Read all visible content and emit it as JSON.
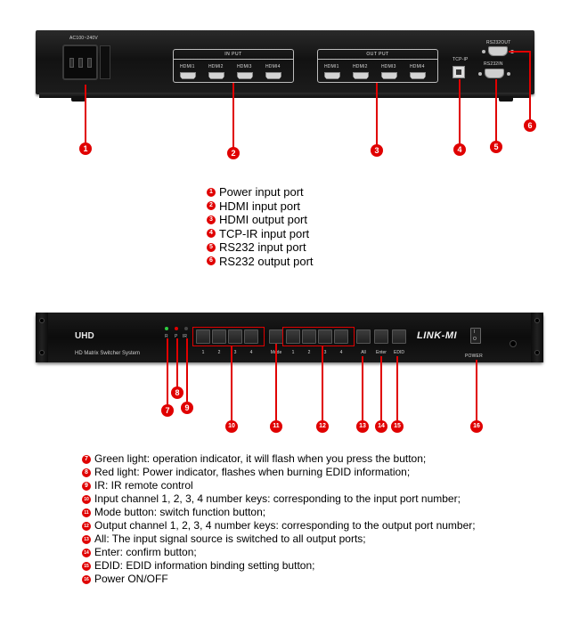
{
  "rear": {
    "ac_label": "AC100~240V",
    "input_title": "IN PUT",
    "output_title": "OUT PUT",
    "input_ports": [
      "HDMI1",
      "HDMI2",
      "HDMI3",
      "HDMI4"
    ],
    "output_ports": [
      "HDMI1",
      "HDMI2",
      "HDMI3",
      "HDMI4"
    ],
    "tcp_label": "TCP-IP",
    "rs232out_label": "RS232OUT",
    "rs232in_label": "RS232IN"
  },
  "rear_callouts": [
    "1",
    "2",
    "3",
    "4",
    "5",
    "6"
  ],
  "legend_top": [
    {
      "num": "1",
      "text": "Power input port"
    },
    {
      "num": "2",
      "text": "HDMI input port"
    },
    {
      "num": "3",
      "text": "HDMI output port"
    },
    {
      "num": "4",
      "text": "TCP-IR input port"
    },
    {
      "num": "5",
      "text": "RS232 input port"
    },
    {
      "num": "6",
      "text": "RS232 output port"
    }
  ],
  "front": {
    "model": "UHD",
    "subtitle": "HD Matrix Switcher System",
    "led_labels": [
      "R",
      "P",
      "IR"
    ],
    "input_keys": [
      "1",
      "2",
      "3",
      "4"
    ],
    "mode_label": "Mode",
    "output_keys": [
      "1",
      "2",
      "3",
      "4"
    ],
    "all_label": "All",
    "enter_label": "Enter",
    "edid_label": "EDID",
    "brand": "LINK-MI",
    "power_label": "POWER",
    "rocker_on": "I",
    "rocker_off": "O"
  },
  "front_callouts": [
    "7",
    "8",
    "9",
    "10",
    "11",
    "12",
    "13",
    "14",
    "15",
    "16"
  ],
  "legend_bottom": [
    {
      "num": "7",
      "text": "Green light: operation indicator, it will flash when you press the button;"
    },
    {
      "num": "8",
      "text": "Red light: Power indicator, flashes when burning EDID information;"
    },
    {
      "num": "9",
      "text": "IR: IR remote control"
    },
    {
      "num": "10",
      "text": "Input channel 1, 2, 3, 4 number keys: corresponding to the input port number;"
    },
    {
      "num": "11",
      "text": "Mode button: switch function button;"
    },
    {
      "num": "12",
      "text": "Output channel 1, 2, 3, 4 number keys: corresponding to the output port number;"
    },
    {
      "num": "13",
      "text": "All: The input signal source is switched to all output ports;"
    },
    {
      "num": "14",
      "text": "Enter: confirm button;"
    },
    {
      "num": "15",
      "text": "EDID: EDID information binding setting button;"
    },
    {
      "num": "16",
      "text": "Power ON/OFF"
    }
  ],
  "colors": {
    "accent": "#e00000",
    "panel": "#111111",
    "led_green": "#2ecc40",
    "led_red": "#e00000"
  }
}
